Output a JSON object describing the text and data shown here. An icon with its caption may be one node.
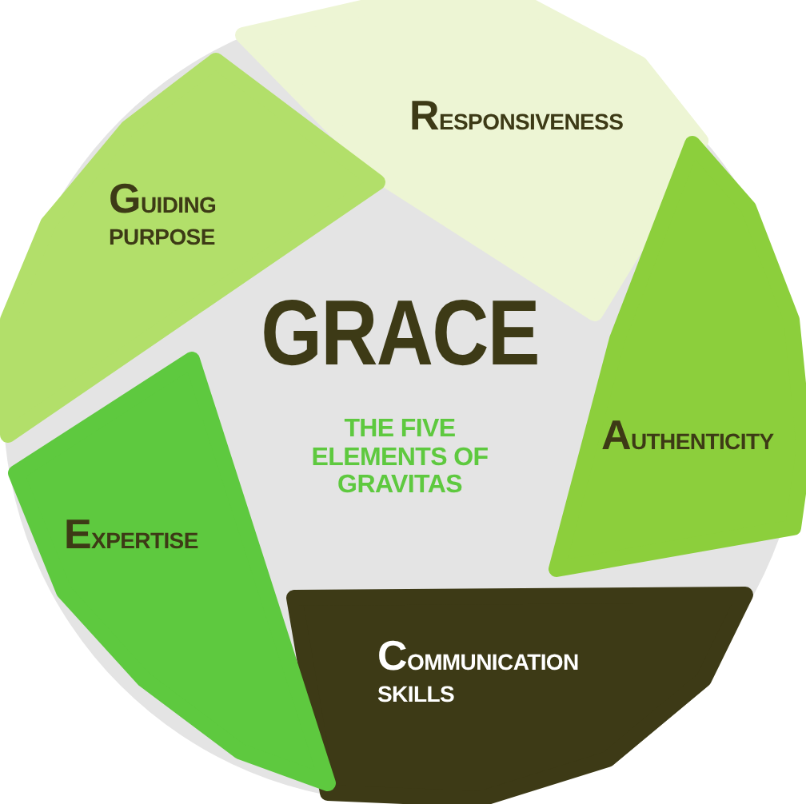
{
  "diagram": {
    "title": "GRACE",
    "nodes": [
      {
        "text": [
          "RESPONSIVENESS"
        ]
      },
      {
        "text": [
          "AUTHENTICITY"
        ]
      },
      {
        "text": [
          "COMMUNICATION SKILLS"
        ]
      },
      {
        "text": [
          "EXPERTISE"
        ]
      },
      {
        "text": [
          "GUIDING PURPOSE"
        ]
      }
    ],
    "labels": [
      "THE FIVE ELEMENTS OF GRAVITAS"
    ]
  }
}
